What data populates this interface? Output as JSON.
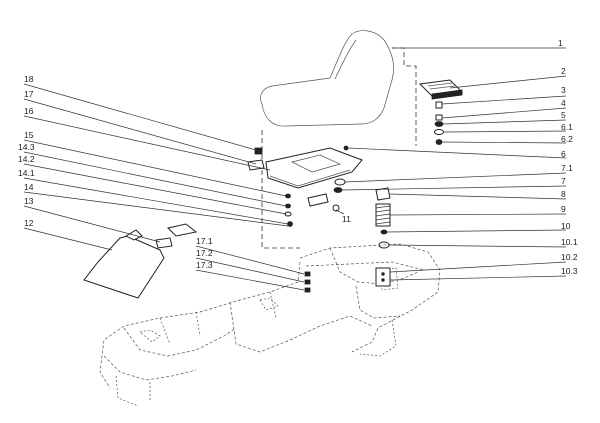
{
  "callouts": {
    "l1": "1",
    "l2": "2",
    "l3": "3",
    "l4": "4",
    "l5": "5",
    "l6_1": "6.1",
    "l6_2": "6.2",
    "l6": "6",
    "l7_1": "7.1",
    "l7": "7",
    "l8": "8",
    "l9": "9",
    "l10": "10",
    "l10_1": "10.1",
    "l10_2": "10.2",
    "l10_3": "10.3",
    "l11": "11",
    "l12": "12",
    "l13": "13",
    "l14": "14",
    "l14_1": "14.1",
    "l14_2": "14.2",
    "l14_3": "14.3",
    "l15": "15",
    "l16": "16",
    "l17": "17",
    "l18": "18",
    "l17_1": "17.1",
    "l17_2": "17.2",
    "l17_3": "17.3"
  }
}
